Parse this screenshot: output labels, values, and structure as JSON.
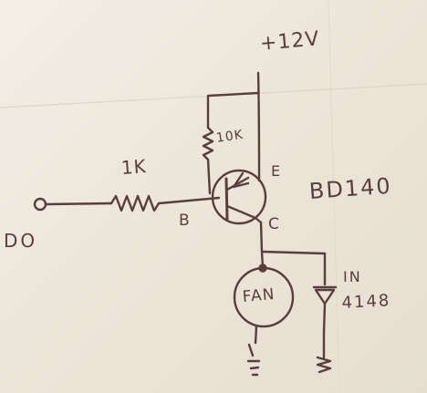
{
  "diagram": {
    "labels": {
      "supply": "+12V",
      "input": "DO",
      "base_resistor": "1K",
      "pullup_resistor": "10K",
      "base_pin": "B",
      "emitter_pin": "E",
      "collector_pin": "C",
      "transistor": "BD140",
      "fan": "FAN",
      "diode_line1": "IN",
      "diode_line2": "4148"
    },
    "colors": {
      "ink": "#5a3e3e",
      "paper": "#efe9de"
    }
  }
}
